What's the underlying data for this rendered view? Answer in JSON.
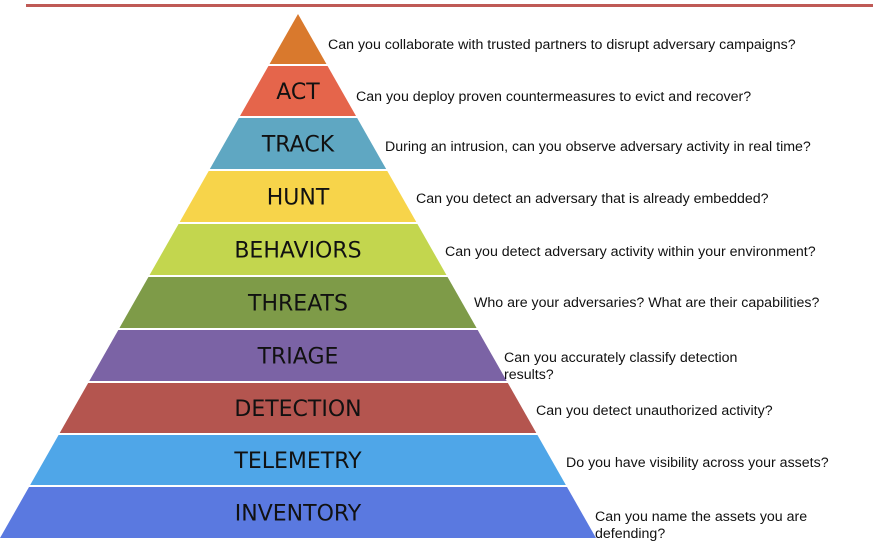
{
  "layers": [
    {
      "label": "",
      "color": "#d9792d",
      "question": "Can you collaborate with trusted partners to disrupt adversary campaigns?"
    },
    {
      "label": "ACT",
      "color": "#e5654b",
      "question": "Can you deploy proven countermeasures to evict and recover?"
    },
    {
      "label": "TRACK",
      "color": "#5fa7c2",
      "question": "During an intrusion, can you observe adversary activity in real time?"
    },
    {
      "label": "HUNT",
      "color": "#f7d44a",
      "question": "Can you detect an adversary that is already embedded?"
    },
    {
      "label": "BEHAVIORS",
      "color": "#c3d64e",
      "question": "Can you detect adversary activity within your environment?"
    },
    {
      "label": "THREATS",
      "color": "#7e9b48",
      "question": "Who are your adversaries? What are their capabilities?"
    },
    {
      "label": "TRIAGE",
      "color": "#7b63a5",
      "question": "Can you accurately classify detection results?"
    },
    {
      "label": "DETECTION",
      "color": "#b4554f",
      "question": "Can you detect unauthorized activity?"
    },
    {
      "label": "TELEMETRY",
      "color": "#4fa6e8",
      "question": "Do you have visibility across your assets?"
    },
    {
      "label": "INVENTORY",
      "color": "#5a79e0",
      "question": "Can you name the assets you are defending?"
    }
  ]
}
